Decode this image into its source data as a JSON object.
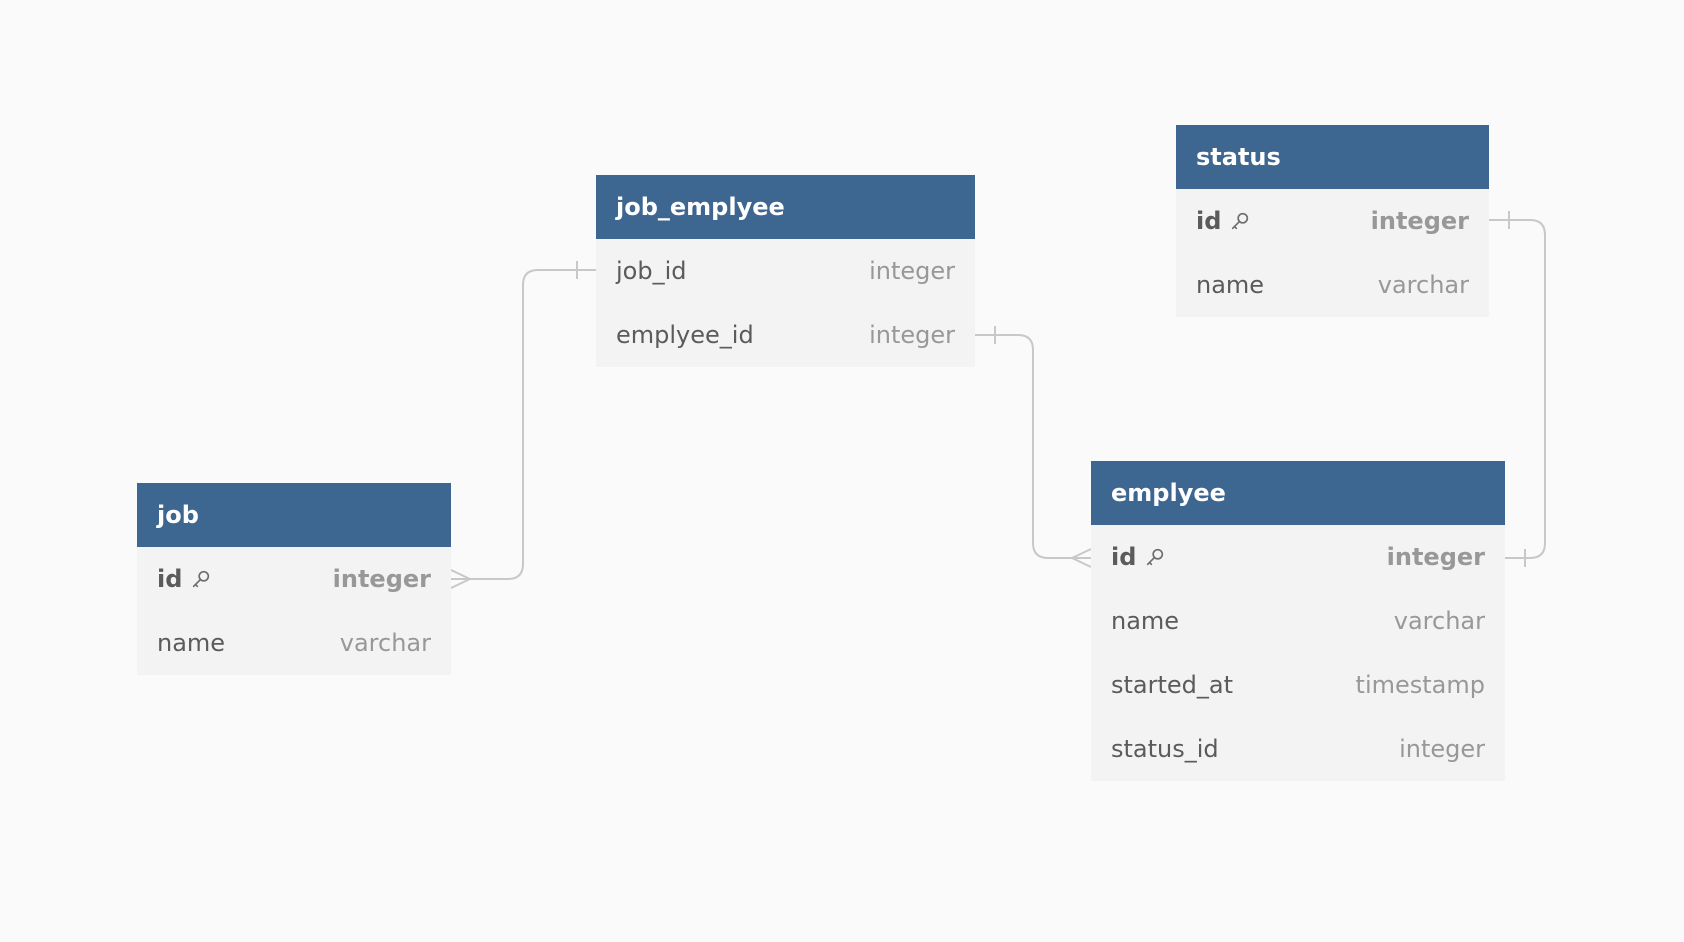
{
  "tables": {
    "job": {
      "title": "job",
      "fields": [
        {
          "name": "id",
          "type": "integer",
          "pk": true
        },
        {
          "name": "name",
          "type": "varchar",
          "pk": false
        }
      ]
    },
    "job_emplyee": {
      "title": "job_emplyee",
      "fields": [
        {
          "name": "job_id",
          "type": "integer",
          "pk": false
        },
        {
          "name": "emplyee_id",
          "type": "integer",
          "pk": false
        }
      ]
    },
    "status": {
      "title": "status",
      "fields": [
        {
          "name": "id",
          "type": "integer",
          "pk": true
        },
        {
          "name": "name",
          "type": "varchar",
          "pk": false
        }
      ]
    },
    "emplyee": {
      "title": "emplyee",
      "fields": [
        {
          "name": "id",
          "type": "integer",
          "pk": true
        },
        {
          "name": "name",
          "type": "varchar",
          "pk": false
        },
        {
          "name": "started_at",
          "type": "timestamp",
          "pk": false
        },
        {
          "name": "status_id",
          "type": "integer",
          "pk": false
        }
      ]
    }
  },
  "relationships": [
    {
      "from": "job.id",
      "to": "job_emplyee.job_id",
      "from_end": "many",
      "to_end": "one"
    },
    {
      "from": "job_emplyee.emplyee_id",
      "to": "emplyee.id",
      "from_end": "one",
      "to_end": "many"
    },
    {
      "from": "status.id",
      "to": "emplyee.id",
      "from_end": "one",
      "to_end": "one"
    }
  ],
  "colors": {
    "background": "#fafafa",
    "header": "#3d6690",
    "header_text": "#ffffff",
    "body": "#f3f3f3",
    "field_name": "#5b5b5b",
    "field_type": "#989898",
    "connector": "#c8c8c8"
  },
  "icons": {
    "primary_key": "key-icon"
  }
}
